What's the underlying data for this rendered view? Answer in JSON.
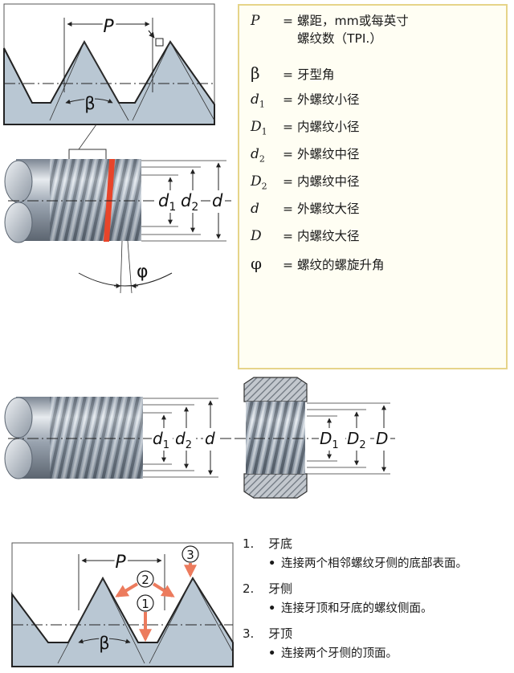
{
  "top_profile": {
    "pitch": "P",
    "angle": "β"
  },
  "lead_angle": "φ",
  "dims_bolt": {
    "d1": "d",
    "d2": "d",
    "d": "d",
    "sub1": "1",
    "sub2": "2"
  },
  "dims_nut": {
    "D1": "D",
    "D2": "D",
    "D": "D",
    "sub1": "1",
    "sub2": "2"
  },
  "legend": [
    {
      "sym": "P",
      "sub": "",
      "desc": "螺距，mm或每英寸",
      "desc2": "螺纹数（TPI.）"
    },
    {
      "sym": "β",
      "sub": "",
      "desc": "牙型角"
    },
    {
      "sym": "d",
      "sub": "1",
      "desc": "外螺纹小径"
    },
    {
      "sym": "D",
      "sub": "1",
      "desc": "内螺纹小径"
    },
    {
      "sym": "d",
      "sub": "2",
      "desc": "外螺纹中径"
    },
    {
      "sym": "D",
      "sub": "2",
      "desc": "内螺纹中径"
    },
    {
      "sym": "d",
      "sub": "",
      "desc": "外螺纹大径"
    },
    {
      "sym": "D",
      "sub": "",
      "desc": "内螺纹大径"
    },
    {
      "sym": "φ",
      "sub": "",
      "desc": "螺纹的螺旋升角"
    }
  ],
  "legend_eq": "=",
  "bottom_profile": {
    "pitch": "P",
    "angle": "β",
    "callouts": [
      "1",
      "2",
      "3"
    ]
  },
  "terms": [
    {
      "num": "1.",
      "title": "牙底",
      "desc": "连接两个相邻螺纹牙侧的底部表面。"
    },
    {
      "num": "2.",
      "title": "牙侧",
      "desc": "连接牙顶和牙底的螺纹侧面。"
    },
    {
      "num": "3.",
      "title": "牙顶",
      "desc": "连接两个牙侧的顶面。"
    }
  ],
  "bullet": "•",
  "colors": {
    "thread_fill": "#b9c7d3",
    "highlight": "#e8452a",
    "arrow": "#f08a6e",
    "legend_border": "#e6d489"
  }
}
